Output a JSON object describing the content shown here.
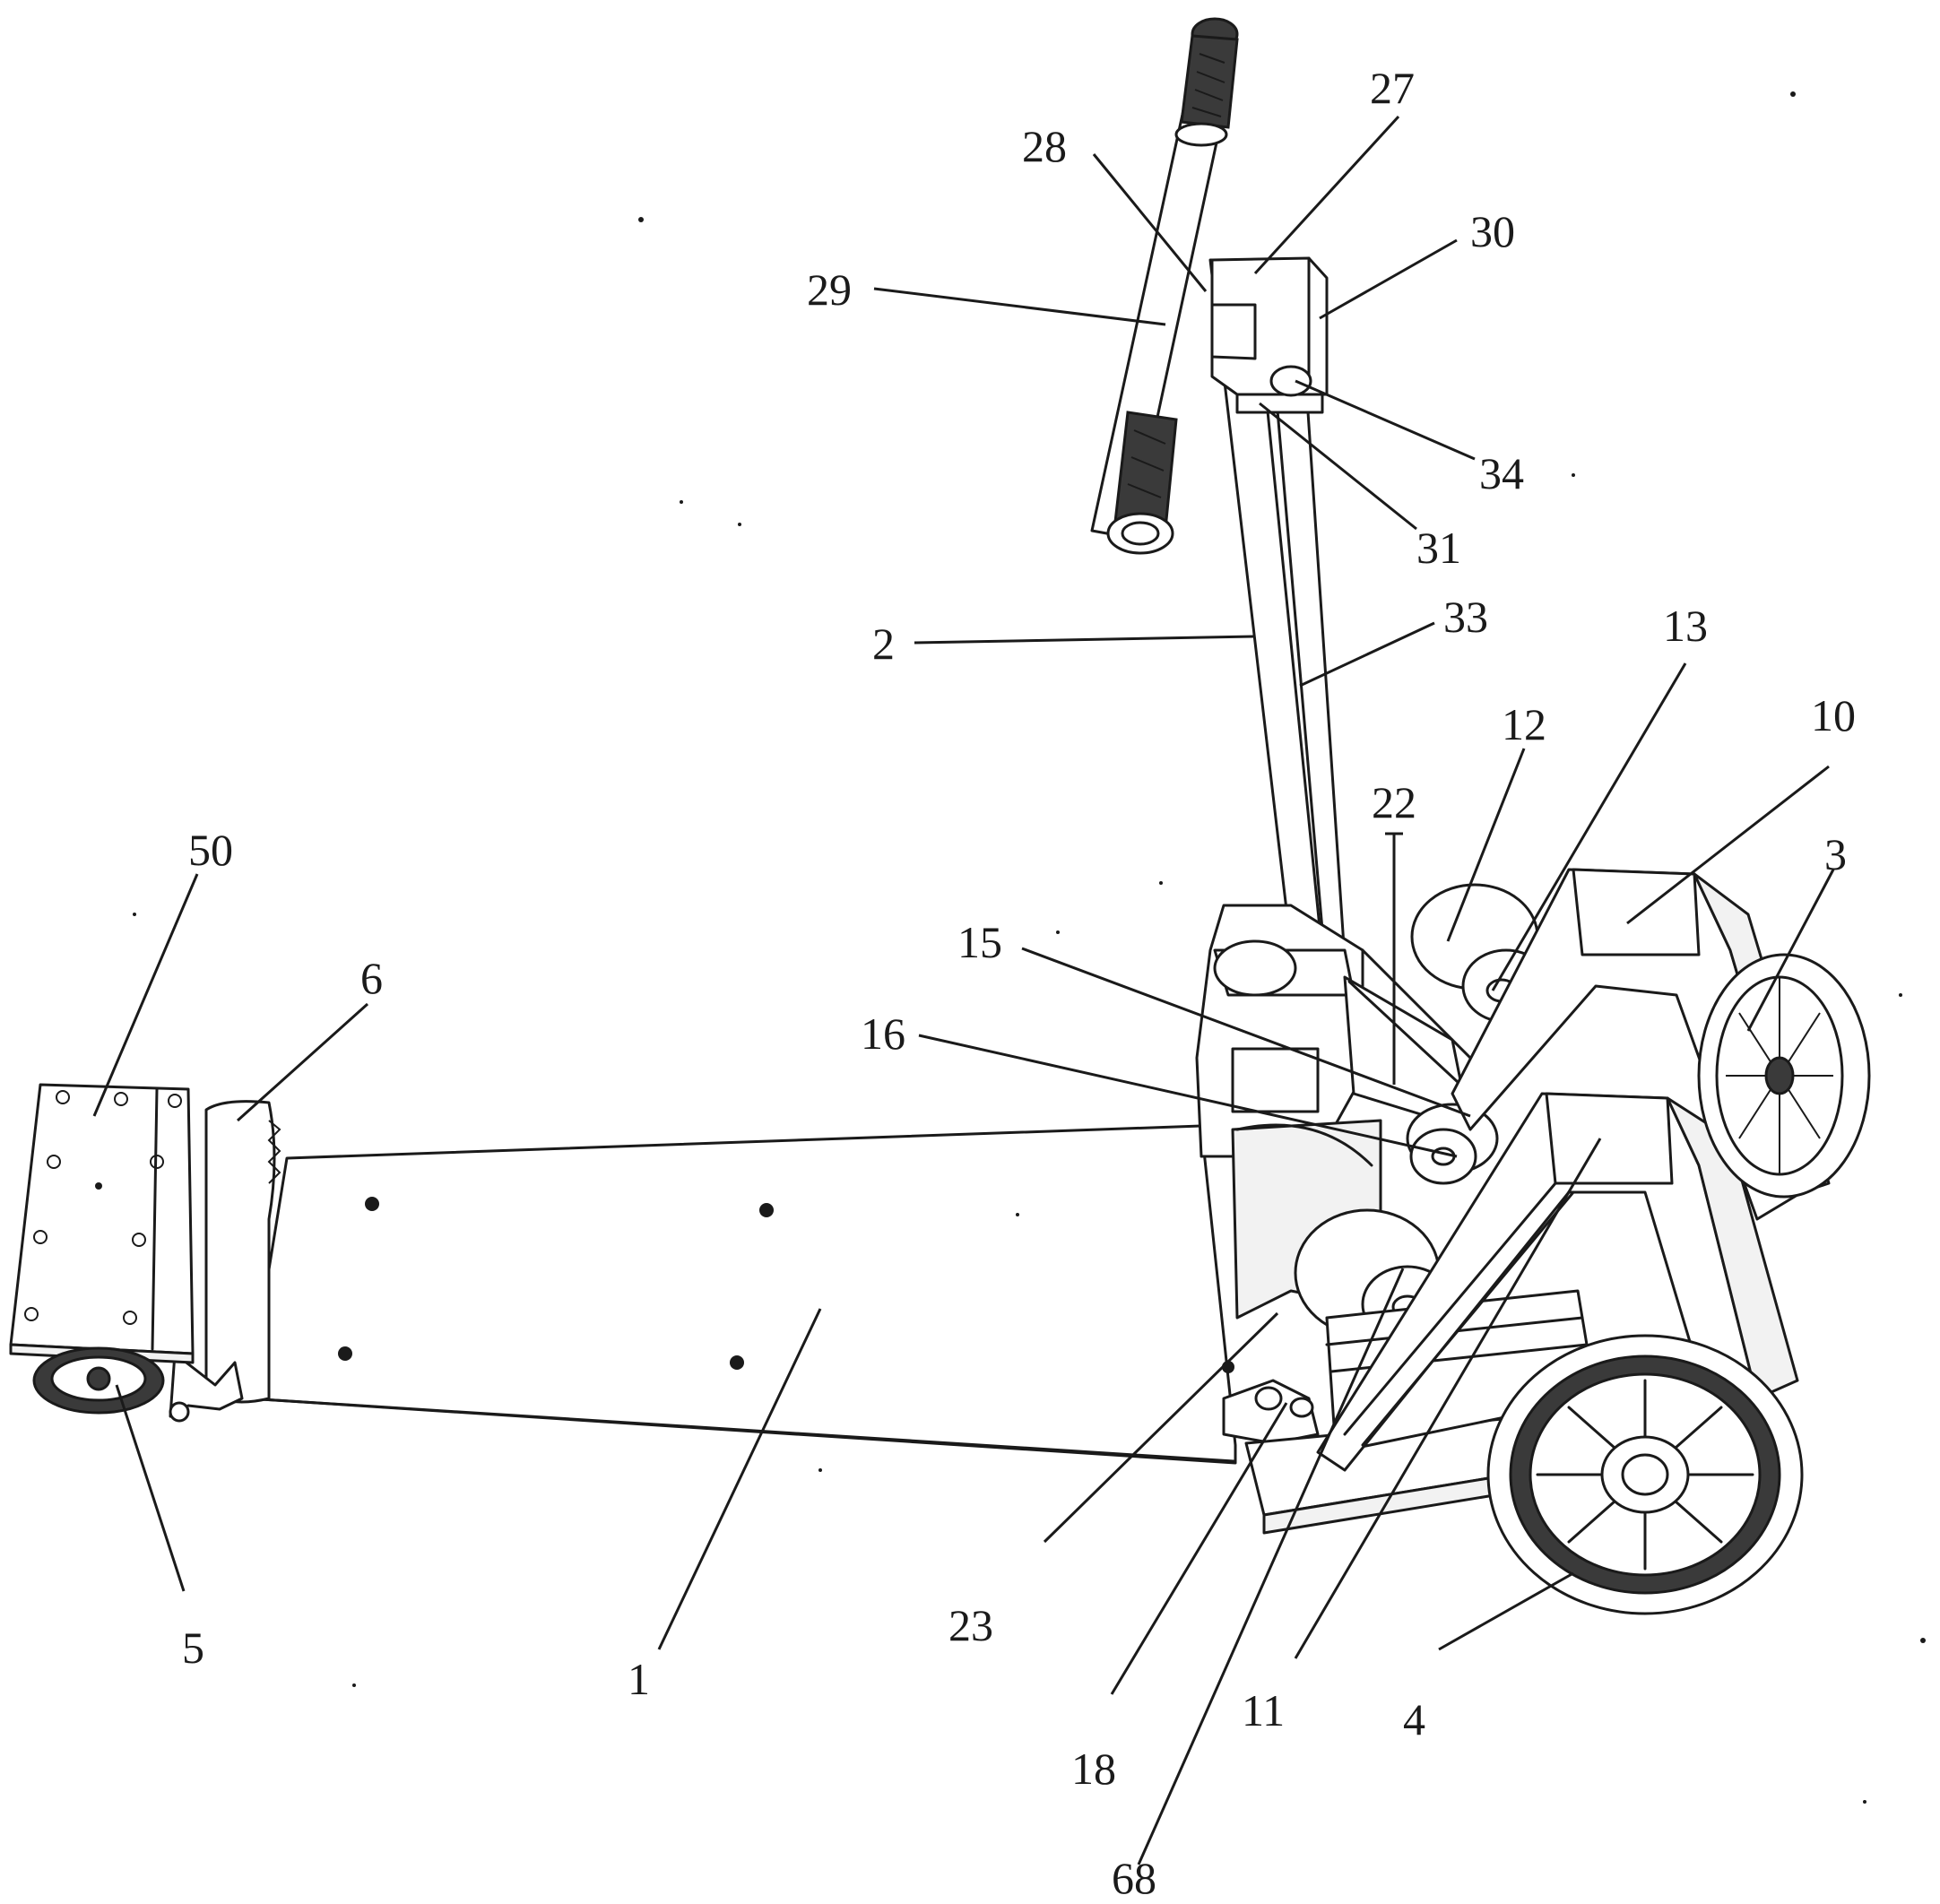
{
  "figure": {
    "labels": [
      {
        "id": "l50",
        "text": "50"
      },
      {
        "id": "l6",
        "text": "6"
      },
      {
        "id": "l5",
        "text": "5"
      },
      {
        "id": "l1",
        "text": "1"
      },
      {
        "id": "l23",
        "text": "23"
      },
      {
        "id": "l18",
        "text": "18"
      },
      {
        "id": "l68",
        "text": "68"
      },
      {
        "id": "l11",
        "text": "11"
      },
      {
        "id": "l4",
        "text": "4"
      },
      {
        "id": "l3",
        "text": "3"
      },
      {
        "id": "l10",
        "text": "10"
      },
      {
        "id": "l13",
        "text": "13"
      },
      {
        "id": "l12",
        "text": "12"
      },
      {
        "id": "l22",
        "text": "22"
      },
      {
        "id": "l15",
        "text": "15"
      },
      {
        "id": "l16",
        "text": "16"
      },
      {
        "id": "l2",
        "text": "2"
      },
      {
        "id": "l33",
        "text": "33"
      },
      {
        "id": "l31",
        "text": "31"
      },
      {
        "id": "l34",
        "text": "34"
      },
      {
        "id": "l30",
        "text": "30"
      },
      {
        "id": "l27",
        "text": "27"
      },
      {
        "id": "l28",
        "text": "28"
      },
      {
        "id": "l29",
        "text": "29"
      }
    ]
  }
}
